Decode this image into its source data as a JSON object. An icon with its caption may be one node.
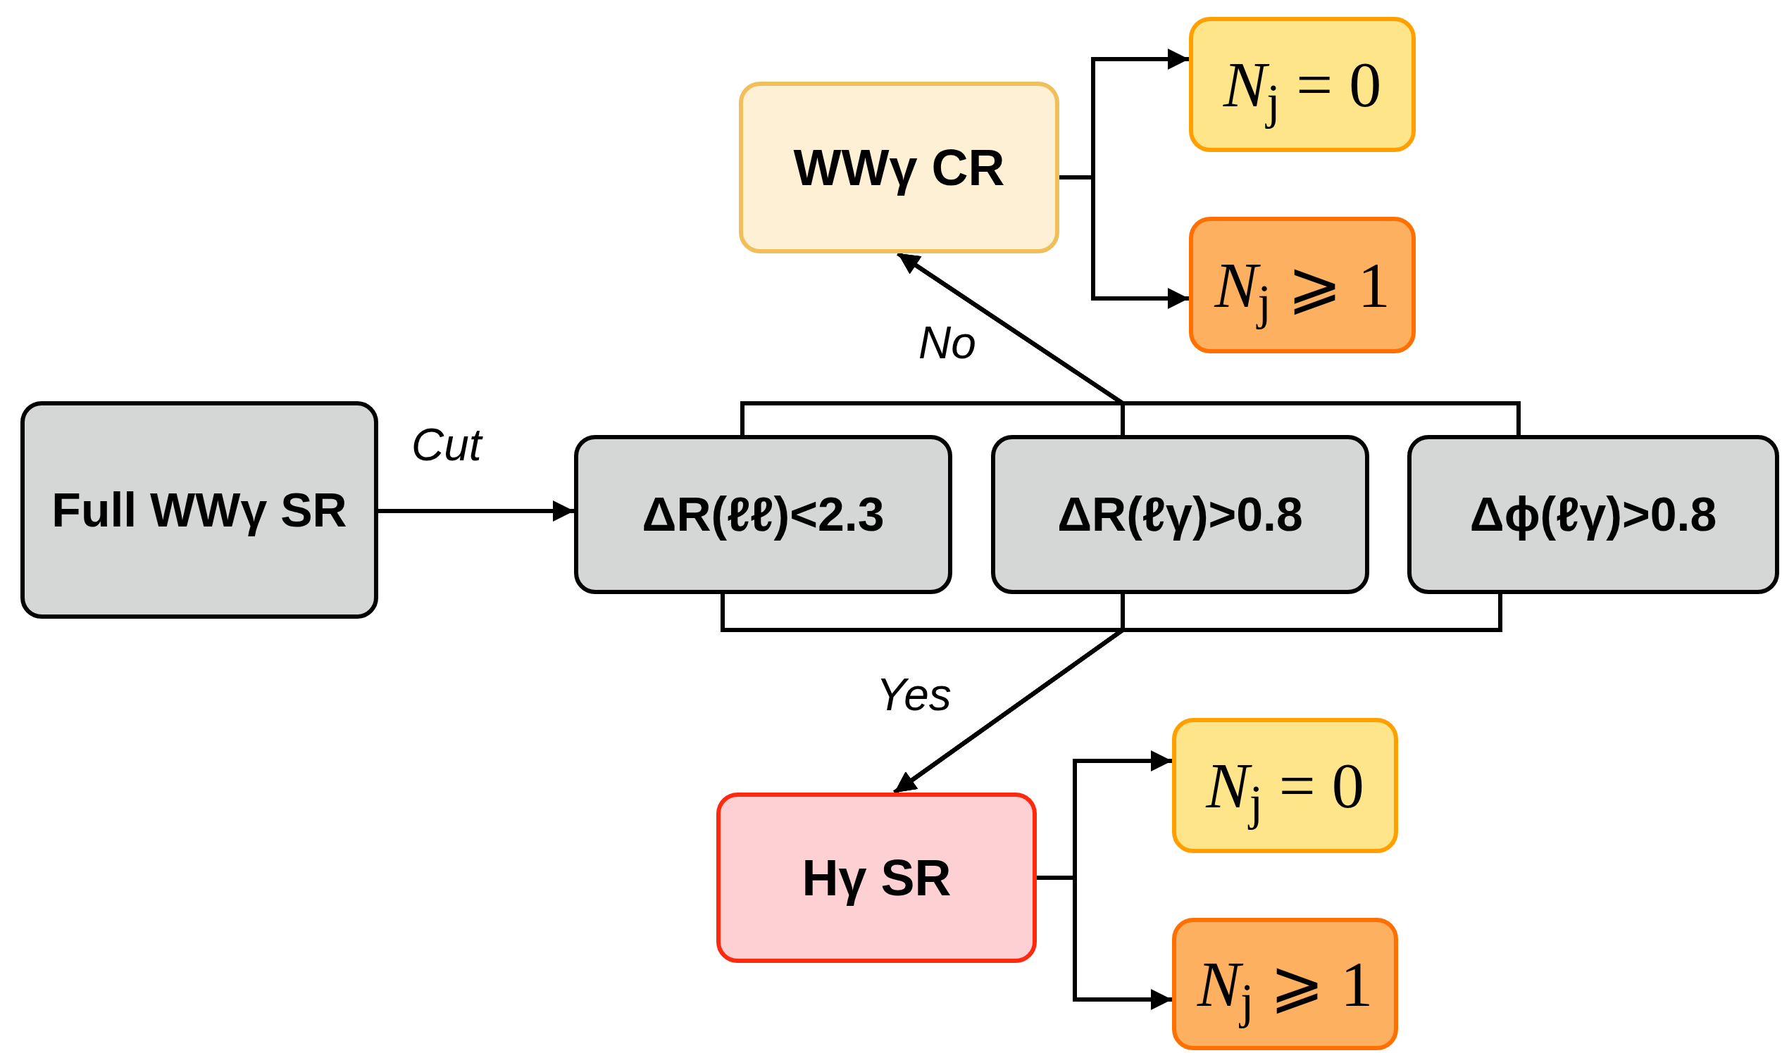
{
  "diagram": {
    "nodes": [
      {
        "text": [
          "Full WWγ SR"
        ]
      },
      {
        "text": [
          "ΔR(ℓℓ)<2.3"
        ]
      },
      {
        "text": [
          "ΔR(ℓγ)>0.8"
        ]
      },
      {
        "text": [
          "Δϕ(ℓγ)>0.8"
        ]
      },
      {
        "text": [
          "WWγ CR"
        ]
      },
      {
        "text": [
          "*N*$_{j}$ = 0"
        ]
      },
      {
        "text": [
          "*N*$_{j}$ ⩾ 1"
        ]
      },
      {
        "text": [
          "Hγ SR"
        ]
      },
      {
        "text": [
          "*N*$_{j}$ = 0"
        ]
      },
      {
        "text": [
          "*N*$_{j}$ ⩾ 1"
        ]
      }
    ],
    "edges": [
      {
        "from": 0,
        "to": 1,
        "arrow": "to",
        "label": "Cut"
      },
      {
        "from": 1,
        "to": 4,
        "arrow": "to"
      },
      {
        "from": 2,
        "to": 4,
        "arrow": "to",
        "label": "No"
      },
      {
        "from": 3,
        "to": 4,
        "arrow": "to"
      },
      {
        "from": 1,
        "to": 7,
        "arrow": "to"
      },
      {
        "from": 2,
        "to": 7,
        "arrow": "to",
        "label": "Yes"
      },
      {
        "from": 3,
        "to": 7,
        "arrow": "to"
      },
      {
        "from": 4,
        "to": 5,
        "arrow": "to"
      },
      {
        "from": 4,
        "to": 6,
        "arrow": "to"
      },
      {
        "from": 7,
        "to": 8,
        "arrow": "to"
      },
      {
        "from": 7,
        "to": 9,
        "arrow": "to"
      }
    ]
  }
}
